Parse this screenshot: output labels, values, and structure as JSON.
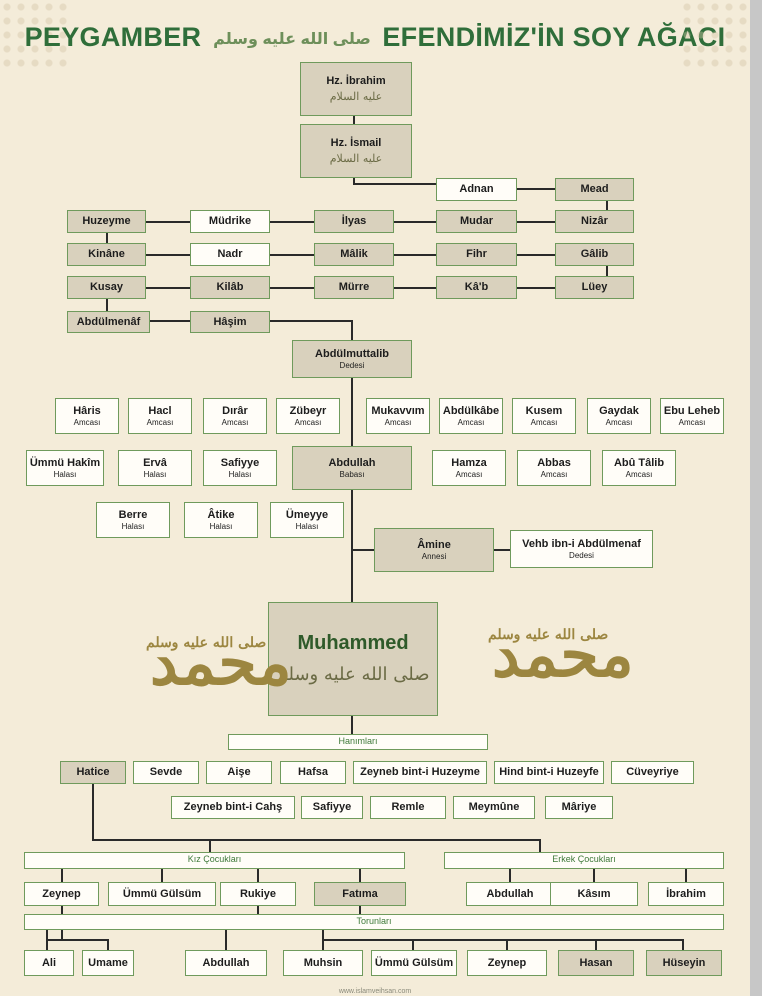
{
  "title": {
    "part1": "PEYGAMBER",
    "salawat": "صلى الله عليه وسلم",
    "part2": "EFENDİMİZ'İN SOY AĞACI"
  },
  "calligraphy": {
    "aleyhisselam": "عليه السلام",
    "salawat": "صلى الله عليه وسلم",
    "muhammad": "محمد"
  },
  "ancestors": {
    "ibrahim": "Hz. İbrahim",
    "ismail": "Hz. İsmail",
    "adnan": "Adnan",
    "mead": "Mead",
    "huzeyme": "Huzeyme",
    "mudrike": "Müdrike",
    "ilyas": "İlyas",
    "mudar": "Mudar",
    "nizar": "Nizâr",
    "kinane": "Kinâne",
    "nadr": "Nadr",
    "malik": "Mâlik",
    "fihr": "Fihr",
    "galib": "Gâlib",
    "kusay": "Kusay",
    "kilab": "Kilâb",
    "murre": "Mürre",
    "kab": "Kâ'b",
    "luey": "Lüey",
    "abdulmenaf": "Abdülmenâf",
    "hasim": "Hâşim"
  },
  "abdulmuttalib": {
    "name": "Abdülmuttalib",
    "role": "Dedesi"
  },
  "amcalar": [
    {
      "name": "Hâris",
      "role": "Amcası"
    },
    {
      "name": "Hacl",
      "role": "Amcası"
    },
    {
      "name": "Dırâr",
      "role": "Amcası"
    },
    {
      "name": "Zübeyr",
      "role": "Amcası"
    },
    {
      "name": "Mukavvım",
      "role": "Amcası"
    },
    {
      "name": "Abdülkâbe",
      "role": "Amcası"
    },
    {
      "name": "Kusem",
      "role": "Amcası"
    },
    {
      "name": "Gaydak",
      "role": "Amcası"
    },
    {
      "name": "Ebu Leheb",
      "role": "Amcası"
    }
  ],
  "halalar_row1": [
    {
      "name": "Ümmü Hakîm",
      "role": "Halası"
    },
    {
      "name": "Ervâ",
      "role": "Halası"
    },
    {
      "name": "Safiyye",
      "role": "Halası"
    }
  ],
  "abdullah": {
    "name": "Abdullah",
    "role": "Babası"
  },
  "amcalar_row2": [
    {
      "name": "Hamza",
      "role": "Amcası"
    },
    {
      "name": "Abbas",
      "role": "Amcası"
    },
    {
      "name": "Abû Tâlib",
      "role": "Amcası"
    }
  ],
  "halalar_row2": [
    {
      "name": "Berre",
      "role": "Halası"
    },
    {
      "name": "Âtike",
      "role": "Halası"
    },
    {
      "name": "Ümeyye",
      "role": "Halası"
    }
  ],
  "amine": {
    "name": "Âmine",
    "role": "Annesi"
  },
  "vehb": {
    "name": "Vehb ibn-i Abdülmenaf",
    "role": "Dedesi"
  },
  "muhammed": "Muhammed",
  "labels": {
    "wives": "Hanımları",
    "daughters": "Kız Çocukları",
    "sons": "Erkek Çocukları",
    "grandchildren": "Torunları"
  },
  "wives_row1": [
    "Hatice",
    "Sevde",
    "Aişe",
    "Hafsa",
    "Zeyneb bint-i Huzeyme",
    "Hind bint-i Huzeyfe",
    "Cüveyriye"
  ],
  "wives_row2": [
    "Zeyneb bint-i Cahş",
    "Safiyye",
    "Remle",
    "Meymûne",
    "Mâriye"
  ],
  "daughters": [
    "Zeynep",
    "Ümmü Gülsüm",
    "Rukiye",
    "Fatıma"
  ],
  "sons": [
    "Abdullah",
    "Kâsım",
    "İbrahim"
  ],
  "grandchildren": [
    "Ali",
    "Umame",
    "Abdullah",
    "Muhsin",
    "Ümmü Gülsüm",
    "Zeynep",
    "Hasan",
    "Hüseyin"
  ],
  "footer": "www.islamveihsan.com"
}
